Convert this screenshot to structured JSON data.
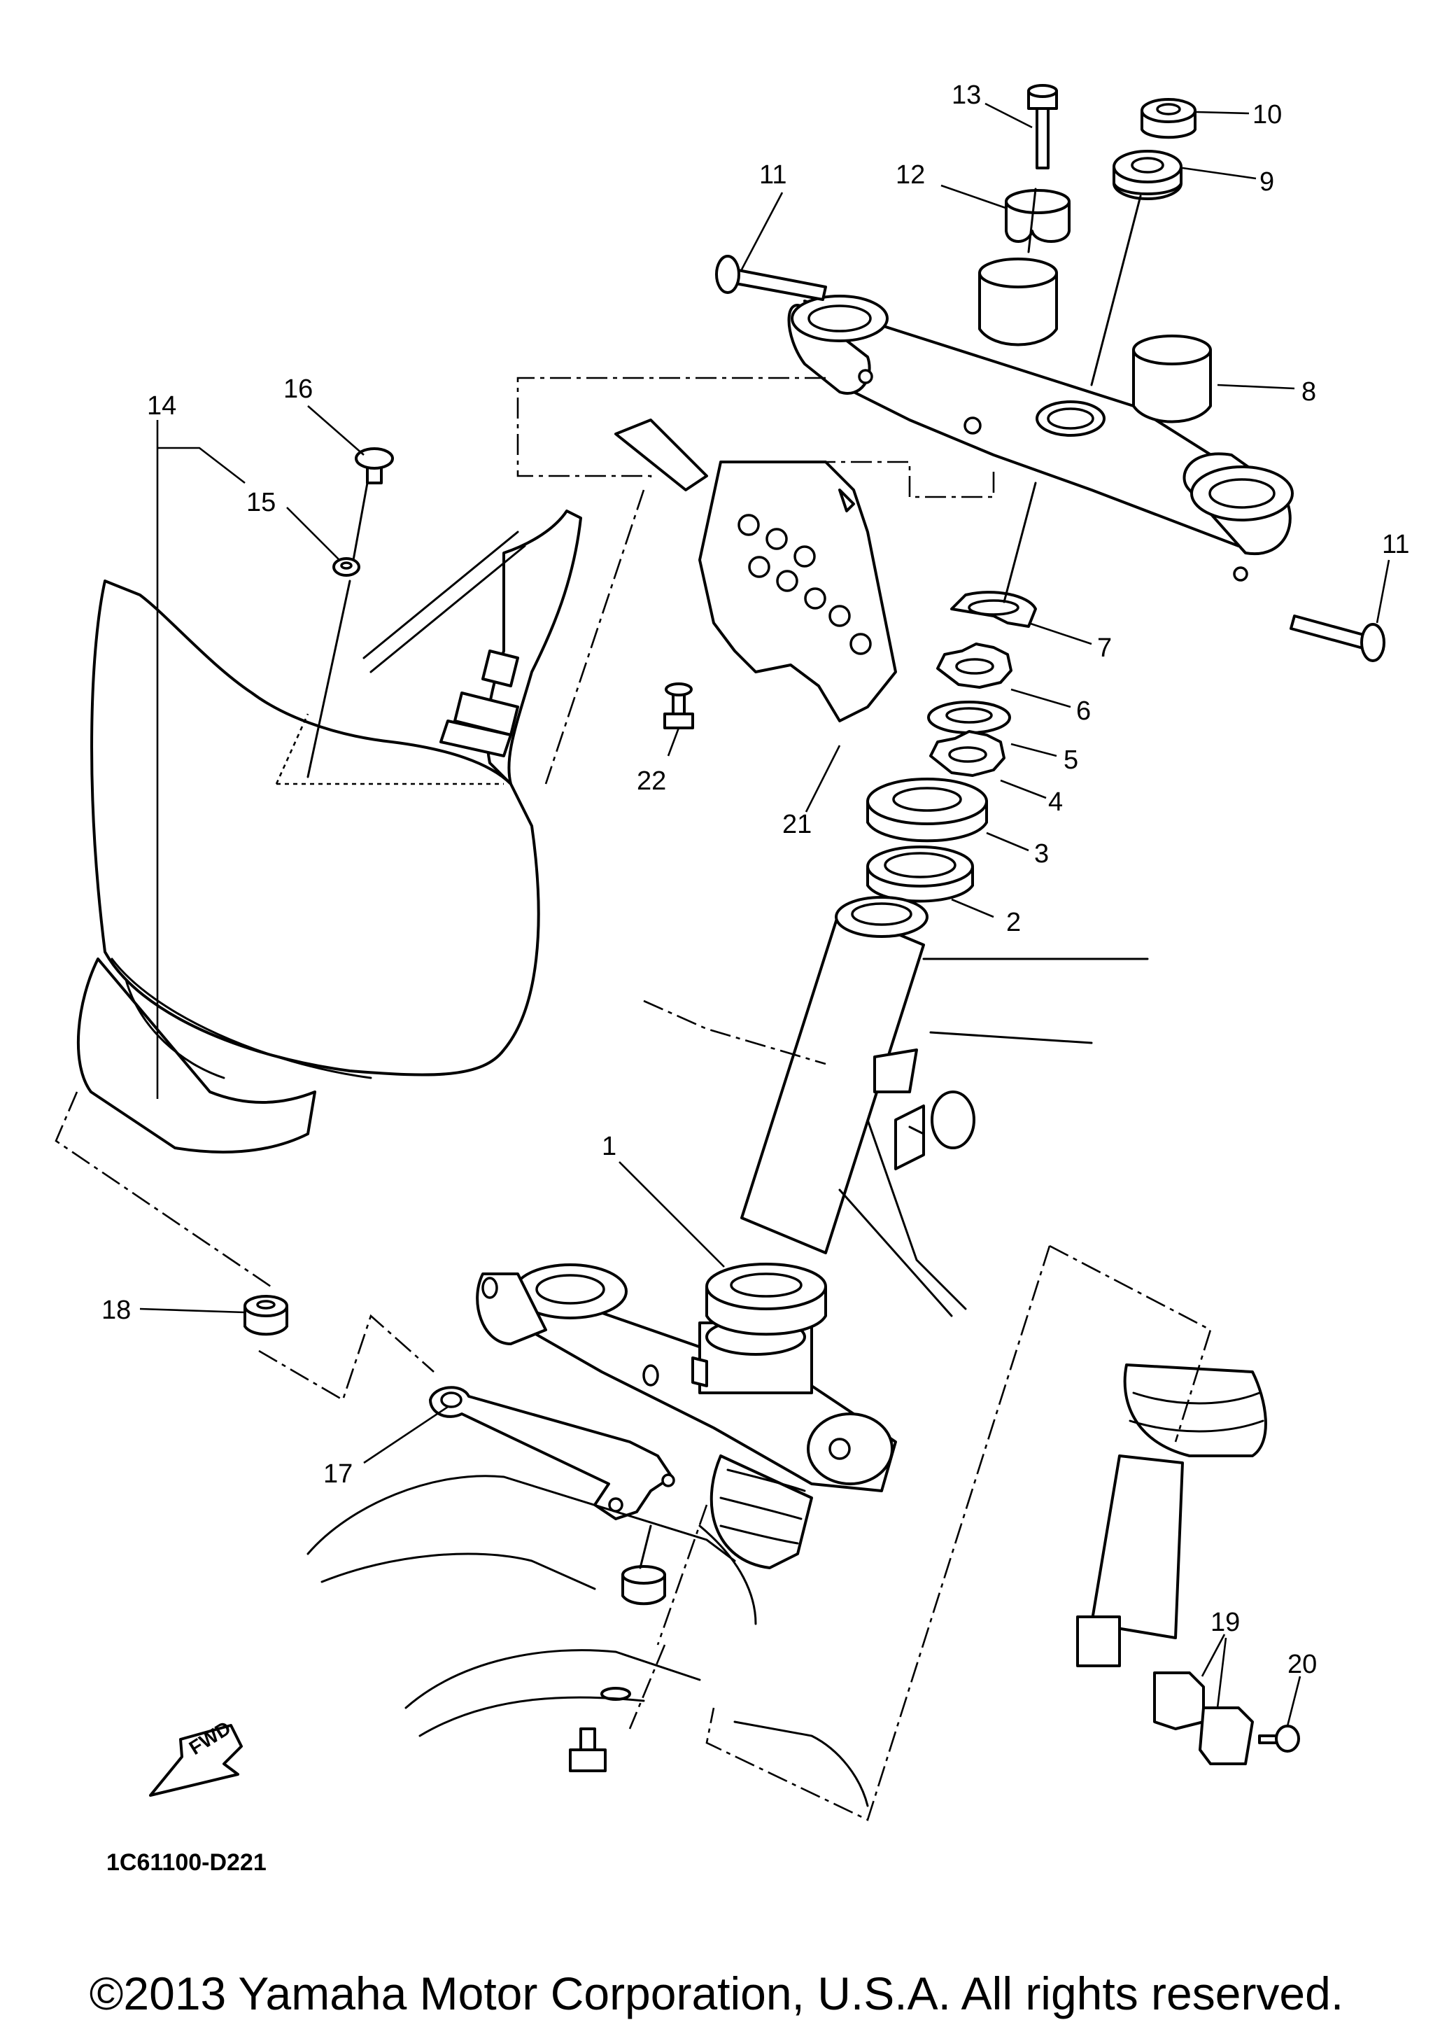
{
  "diagram": {
    "part_code": "1C61100-D221",
    "fwd_label": "FWD",
    "callouts": [
      "1",
      "2",
      "3",
      "4",
      "5",
      "6",
      "7",
      "8",
      "9",
      "10",
      "11",
      "11",
      "12",
      "13",
      "14",
      "15",
      "16",
      "17",
      "18",
      "19",
      "20",
      "21",
      "22"
    ]
  },
  "footer": {
    "copyright": "©2013 Yamaha Motor Corporation, U.S.A. All rights reserved."
  }
}
